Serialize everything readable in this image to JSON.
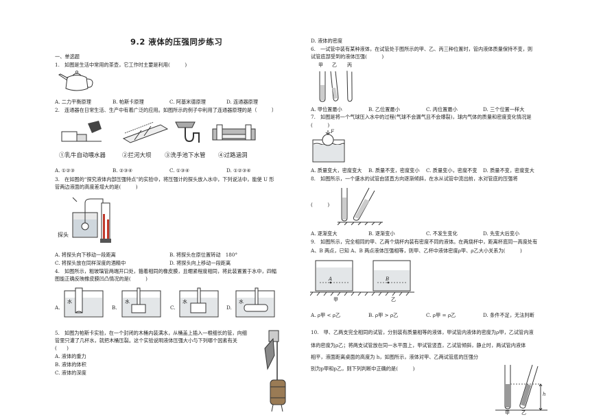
{
  "title": "9.2 液体的压强同步练习",
  "section": "一、单选题",
  "q1": {
    "stem": "1.　如图是生活中常用的茶壶，它工作时主要是利用(　　　)",
    "options": [
      "A. 二力平衡原理",
      "B. 帕斯卡原理",
      "C. 阿基米德原理",
      "D. 连通器原理"
    ]
  },
  "q2": {
    "stem": "2.　连通器在日常生活、生产中有着广泛的应用。如图所示的例子中利用了连通器原理的是（　　　）",
    "captions": [
      "①乳牛自动喂水器",
      "②拦河大坝",
      "③洗手池下水管",
      "④过路涵洞"
    ],
    "options": [
      "A. ①②③",
      "B. ②③④",
      "C. ①③④",
      "D. ①②③④"
    ]
  },
  "q3": {
    "stem1": "3.　在如图的“探究液体内部压强特点”的实验中，将压强计的探头放入水中，下列说法中，能使 U 形",
    "stem2": "管两边液面的高度差增大的是(　　　)",
    "probe_label": "探头",
    "options": [
      "A. 将探头向下移动一段距离",
      "B. 将探头在原位置转动　180°",
      "C. 将探头放在同样深度的酒精中",
      "D. 将探头向上移动一段距离"
    ]
  },
  "q4": {
    "stem1": "4.　如图所示，粗玻璃管两端开口处，箍着相同的橡皮膜，且绷紧程度相同，将此装置置于水中，四幅",
    "stem2": "图能正确反映橡皮膜凹凸情况的是(　　　)",
    "options": [
      "A.",
      "B.",
      "C.",
      "D."
    ],
    "water": "水"
  },
  "q5": {
    "stem1": "5.　如图为帕斯卡实验，在一个封闭的木桶内装满水，从桶盖上插入一根细长的管，向细",
    "stem2": "管里只灌了几杯水，就把木桶压裂。这个实验说明液体压强大小与下列哪个因素有关",
    "stem3": "(　　)",
    "options": [
      "A. 液体的重力",
      "B. 液体的体积",
      "C. 液体的深度",
      "D. 液体的密度"
    ]
  },
  "q6": {
    "stem1": "6.　一试管中装有某种液体，在试管处于图所示的甲、乙、丙三种位置时，管内液体质量保持不变，则",
    "stem2": "试管底部受到的液体压强(　　　)",
    "labels": [
      "甲",
      "乙",
      "丙"
    ],
    "options": [
      "A. 甲位置最小",
      "B. 乙位置最小",
      "C. 丙位置最小",
      "D. 三个位置一样大"
    ]
  },
  "q7": {
    "stem1": "7.　如图是将一个气球压入水中的过程(气球不会漏气且不会爆裂)，球内气体的质量和密度变化情况是",
    "stem2": "(　　　)",
    "force": "F",
    "options": [
      "A. 质量变大，密度变大",
      "B. 质量不变，密度变小",
      "C. 质量变小，密度不变",
      "D. 质量不变，密度变大"
    ]
  },
  "q8": {
    "stem": "8.　如图所示，一个盛水的试管由竖直方向逐渐倾斜，在水从试管中流出前，水对管底的压强将",
    "blank": "(　　　)",
    "options": [
      "A. 逐渐变大",
      "B. 逐渐变小",
      "C. 不发生变化",
      "D. 先变大后变小"
    ]
  },
  "q9": {
    "stem1": "9.　如图所示，完全相同的甲、乙两个烧杯内装有密度不同的液体。在两烧杯中，距离杯底同一高度处有",
    "stem2": "A、B 两点，已知 A、B 两点液体压强相等，则甲、乙杯中液体密度ρ甲、ρ乙大小关系为(　　　)",
    "labels": [
      "甲",
      "乙"
    ],
    "points": [
      "A",
      "B"
    ],
    "options": [
      "A. ρ甲 < ρ乙",
      "B. ρ甲 > ρ乙",
      "C. ρ甲 = ρ乙",
      "D. 条件不足，无法判断"
    ]
  },
  "q10": {
    "line1": "10.　甲、乙两支完全相同的试管，分别装有质量相等的液体，甲试管内液体的密度为ρ甲，乙试管内液",
    "line2": "体的密度为ρ乙；将两支试管放在同一水平面上，甲试管竖直，乙试管倾斜，静止时，两试管内液体",
    "line3": "相平，液面距离桌面的高度为 h，如图所示，液体对甲、乙两试管底的压强分",
    "line4": "别为p甲和p乙，则下列判断中正确的是(　　　)",
    "labels": [
      "甲",
      "乙"
    ],
    "h": "h"
  }
}
